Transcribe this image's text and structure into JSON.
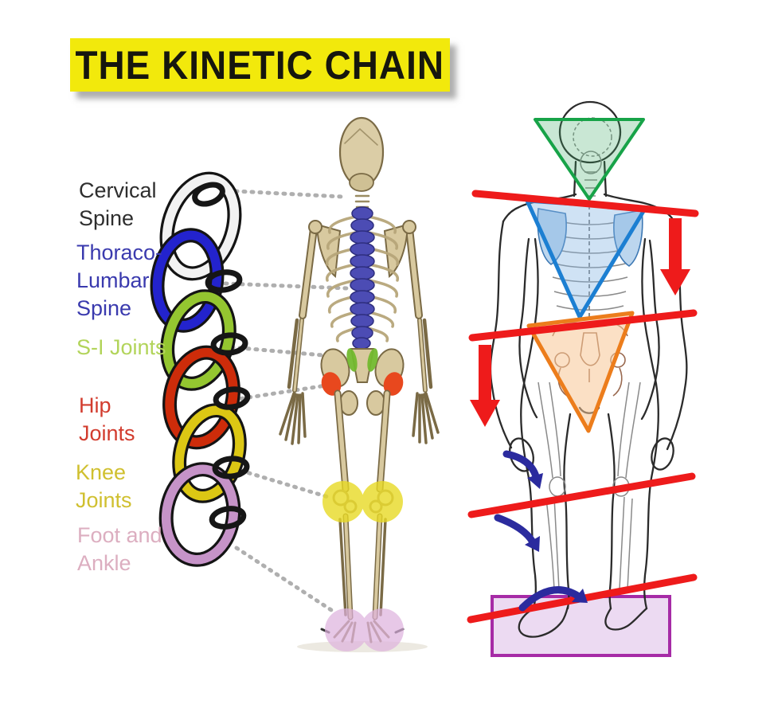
{
  "title": {
    "text": "THE KINETIC CHAIN",
    "background": "#f2e90c",
    "color": "#16160e"
  },
  "kinetic_chain": {
    "labels": [
      {
        "name": "cervical-spine",
        "text": "Cervical\nSpine",
        "color": "#2e2e2e"
      },
      {
        "name": "thoraco-lumbar-spine",
        "text": "Thoraco-\nLumbar\nSpine",
        "color": "#3a3aae"
      },
      {
        "name": "s-i-joints",
        "text": "S-I Joints",
        "color": "#b2d45a"
      },
      {
        "name": "hip-joints",
        "text": "Hip\nJoints",
        "color": "#d23c2e"
      },
      {
        "name": "knee-joints",
        "text": "Knee\nJoints",
        "color": "#d0c030"
      },
      {
        "name": "foot-and-ankle",
        "text": "Foot and\nAnkle",
        "color": "#dcaec0"
      }
    ],
    "links": [
      {
        "name": "cervical-link",
        "color": "#f2f2f2"
      },
      {
        "name": "thoraco-lumbar-link",
        "color": "#2323cd"
      },
      {
        "name": "s-i-link",
        "color": "#94c630"
      },
      {
        "name": "hip-link",
        "color": "#cd2c0a"
      },
      {
        "name": "knee-link",
        "color": "#dcc714"
      },
      {
        "name": "foot-link",
        "color": "#c693c8"
      }
    ]
  },
  "skeleton": {
    "bone_color": "#d8c99f",
    "spine_color": "#4c4cb4",
    "si_color": "#72b92e",
    "hip_color": "#e8481e",
    "knee_color": "#e8da25",
    "foot_color": "#deb2de"
  },
  "alignment_figure": {
    "triangles": [
      {
        "name": "head-triangle",
        "color": "#17a348"
      },
      {
        "name": "shoulder-triangle",
        "color": "#1c7fd2"
      },
      {
        "name": "pelvis-triangle",
        "color": "#ec7d1c"
      }
    ],
    "tilt_line_color": "#ee1b1b",
    "drop_arrow_color": "#ee1b1b",
    "rotation_arrow_color": "#2b2b9e",
    "platform": {
      "fill": "#ecdaf2",
      "border": "#a62ba6"
    }
  }
}
